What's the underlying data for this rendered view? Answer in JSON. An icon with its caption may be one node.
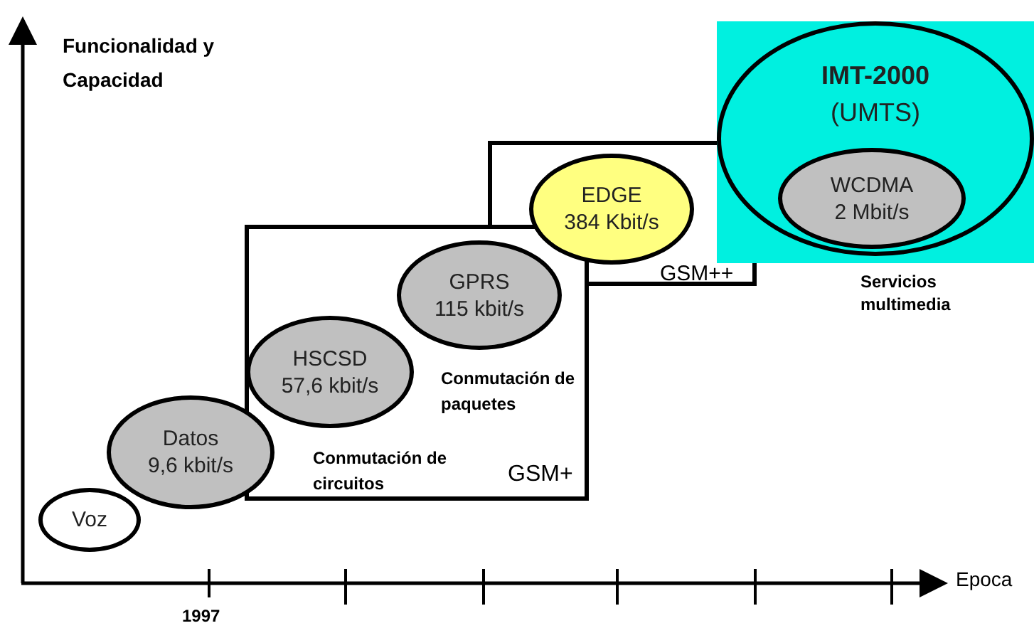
{
  "diagram": {
    "nodes": [
      {
        "text": [
          "Voz"
        ]
      },
      {
        "text": [
          "Datos",
          "9,6 kbit/s"
        ]
      },
      {
        "text": [
          "Conmutación de paquetes",
          "Conmutación de circuitos",
          "GSM+"
        ]
      },
      {
        "text": [
          "HSCSD",
          "57,6 kbit/s"
        ],
        "in": 2
      },
      {
        "text": [
          "GPRS",
          "115 kbit/s"
        ],
        "in": 2
      },
      {
        "text": [
          "GSM++"
        ]
      },
      {
        "text": [
          "EDGE",
          "384 Kbit/s"
        ],
        "in": 5
      },
      {
        "text": [],
        "shape": "box",
        "beside": [
          "Servicios multimedia"
        ]
      },
      {
        "text": [
          "IMT-2000",
          "(UMTS)"
        ],
        "in": 7
      },
      {
        "text": [
          "WCDMA",
          "2 Mbit/s"
        ],
        "in": 8
      }
    ],
    "edges": [],
    "labels": [
      "Funcionalidad y Capacidad",
      "Epoca",
      "1997"
    ]
  }
}
